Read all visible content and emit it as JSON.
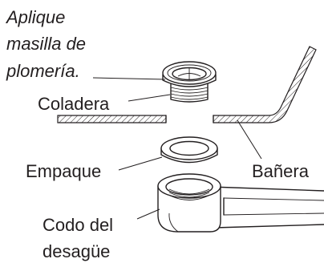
{
  "labels": {
    "putty_line1": "Aplique",
    "putty_line2": "masilla de",
    "putty_line3": "plomería.",
    "strainer": "Coladera",
    "gasket": "Empaque",
    "tub": "Bañera",
    "elbow_line1": "Codo del",
    "elbow_line2": "desagüe"
  }
}
